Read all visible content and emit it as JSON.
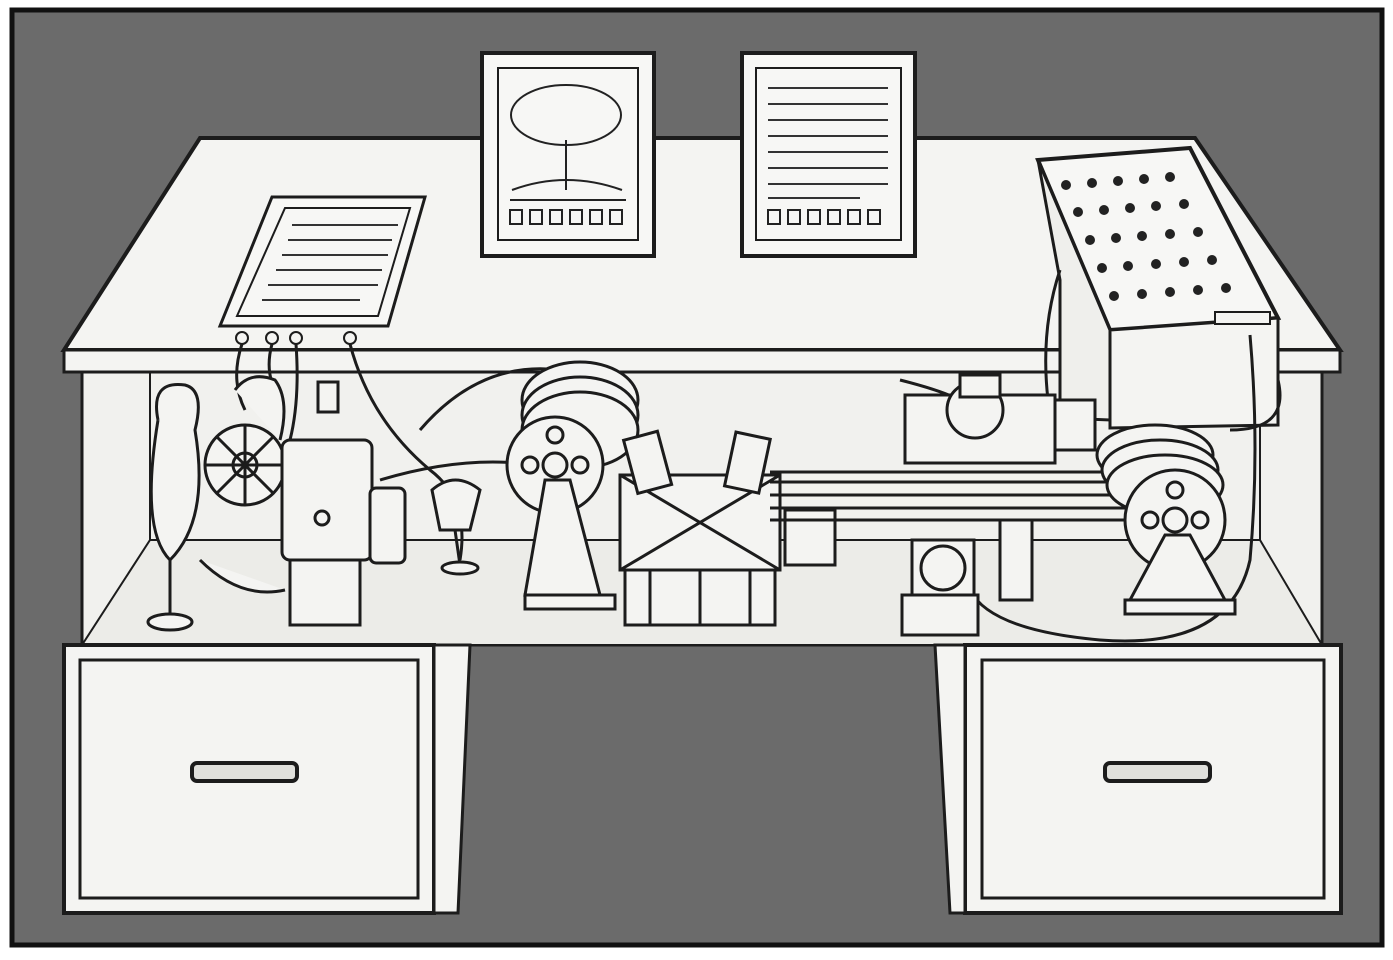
{
  "illustration": {
    "colors": {
      "background": "#6b6b6b",
      "frame": "#111111",
      "paper": "#f4f4f2",
      "ink": "#1c1c1c",
      "shadow": "#d9d9d6"
    },
    "parts": [
      "desk",
      "left-drawer",
      "right-drawer",
      "left-document-plate",
      "center-left-screen",
      "center-right-screen",
      "keyboard-panel",
      "microfilm-reels",
      "camera-apparatus",
      "control-boxes",
      "cables"
    ]
  }
}
